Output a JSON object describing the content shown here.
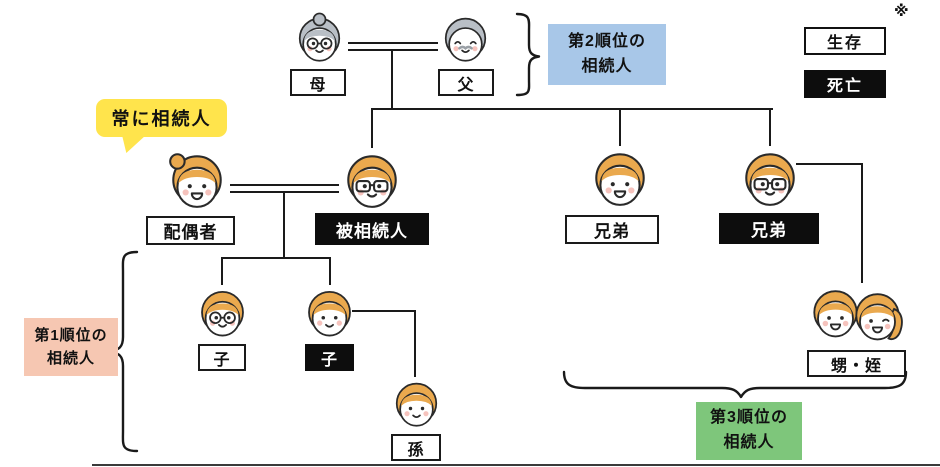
{
  "legend": {
    "note": "※",
    "alive": "生存",
    "deceased": "死亡"
  },
  "callout": {
    "always_heir": "常に相続人"
  },
  "orders": {
    "first": {
      "line1": "第1順位の",
      "line2": "相続人"
    },
    "second": {
      "line1": "第2順位の",
      "line2": "相続人"
    },
    "third": {
      "line1": "第3順位の",
      "line2": "相続人"
    }
  },
  "people": {
    "mother": "母",
    "father": "父",
    "spouse": "配偶者",
    "decedent": "被相続人",
    "brother_alive": "兄弟",
    "brother_deceased": "兄弟",
    "child_alive": "子",
    "child_deceased": "子",
    "grandchild": "孫",
    "nephew_niece": "甥・姪"
  },
  "colors": {
    "second_order_bg": "#a8c7e8",
    "first_order_bg": "#f6c7b2",
    "third_order_bg": "#7ec67b",
    "callout_bg": "#ffe44c",
    "deceased_bg": "#0d0d0d",
    "hair": "#eaa94e",
    "elder_hair": "#b9bfc6",
    "line": "#1a1a1a"
  }
}
